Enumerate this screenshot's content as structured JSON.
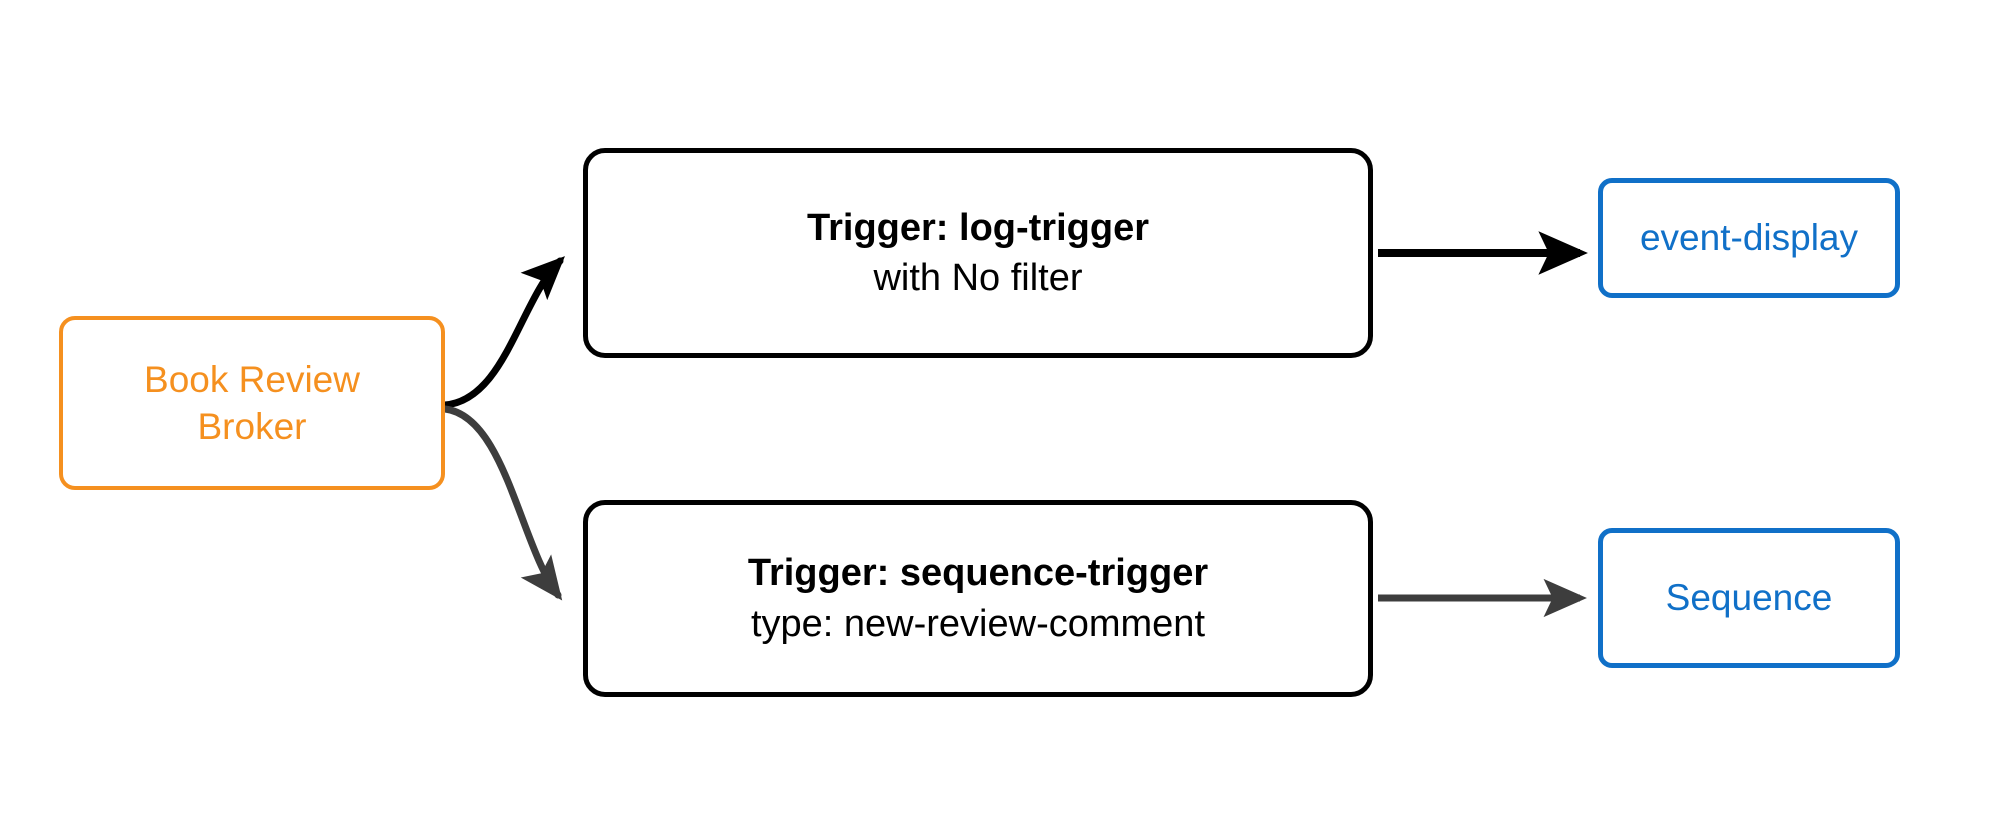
{
  "diagram": {
    "type": "flowchart",
    "direction": "left-to-right",
    "background": "#FFFFFF",
    "colors": {
      "broker_stroke": "#F5901F",
      "broker_text": "#F5901F",
      "trigger_stroke": "#000000",
      "trigger_text": "#000000",
      "sink_stroke": "#1070C8",
      "sink_text": "#1070C8",
      "edge_primary": "#000000",
      "edge_secondary": "#3D3D3D"
    },
    "nodes": {
      "broker": {
        "label_line1": "Book Review",
        "label_line2": "Broker"
      },
      "log_trigger": {
        "title": "Trigger: log-trigger",
        "subtitle": "with No filter"
      },
      "sequence_trigger": {
        "title": "Trigger: sequence-trigger",
        "subtitle": "type: new-review-comment"
      },
      "event_display": {
        "label": "event-display"
      },
      "sequence": {
        "label": "Sequence"
      }
    },
    "edges": [
      {
        "from": "broker",
        "to": "log_trigger",
        "style": "curved",
        "color": "#000000",
        "arrow": "filled"
      },
      {
        "from": "broker",
        "to": "sequence_trigger",
        "style": "curved",
        "color": "#3D3D3D",
        "arrow": "filled"
      },
      {
        "from": "log_trigger",
        "to": "event_display",
        "style": "straight",
        "color": "#000000",
        "arrow": "filled"
      },
      {
        "from": "sequence_trigger",
        "to": "sequence",
        "style": "straight",
        "color": "#3D3D3D",
        "arrow": "filled"
      }
    ]
  }
}
